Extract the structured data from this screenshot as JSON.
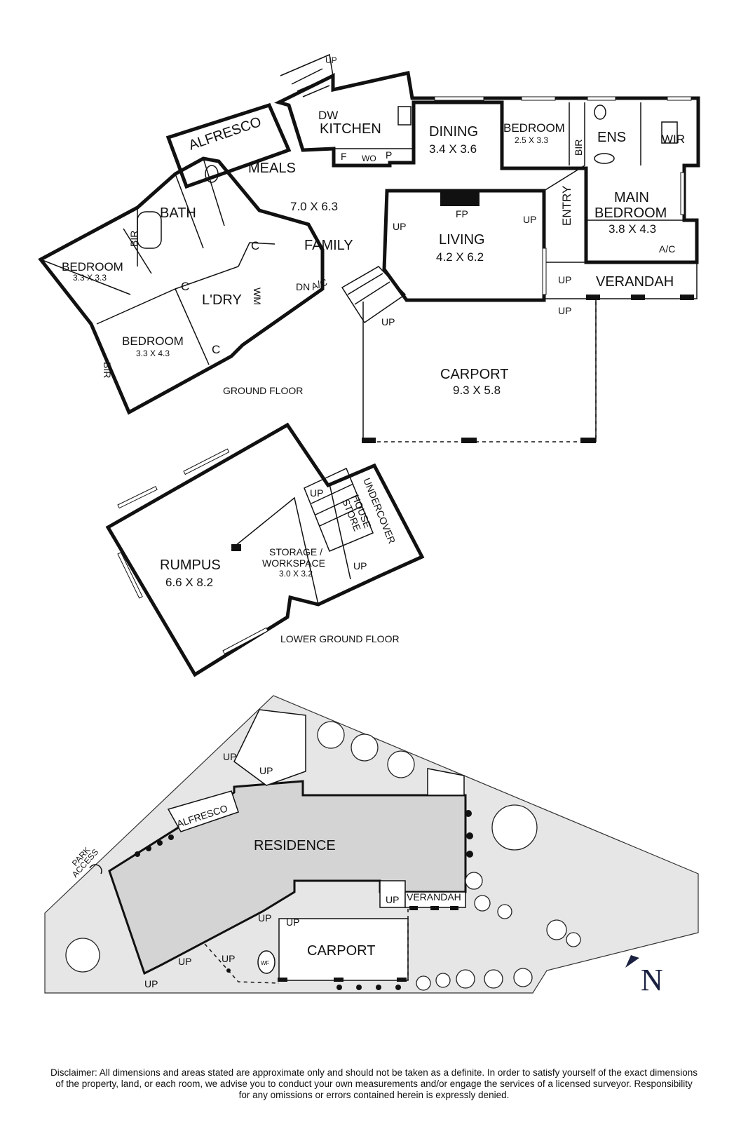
{
  "ground_floor": {
    "floor_label": "GROUND FLOOR",
    "up_top": "UP",
    "alfresco": "ALFRESCO",
    "dw": "DW",
    "kitchen": "KITCHEN",
    "f": "F",
    "wo": "WO",
    "p": "P",
    "dining": "DINING",
    "dining_dim": "3.4 X 3.6",
    "bedroom_small": "BEDROOM",
    "bedroom_small_dim": "2.5 X 3.3",
    "bir": "BIR",
    "ens": "ENS",
    "wir": "WIR",
    "meals": "MEALS",
    "meals_dim": "7.0 X 6.3",
    "bath": "BATH",
    "family": "FAMILY",
    "fp": "FP",
    "living": "LIVING",
    "living_dim": "4.2 X 6.2",
    "entry": "ENTRY",
    "main_bedroom_1": "MAIN",
    "main_bedroom_2": "BEDROOM",
    "main_bedroom_dim": "3.8 X 4.3",
    "ac": "A/C",
    "verandah": "VERANDAH",
    "bedroom_left": "BEDROOM",
    "bedroom_left_dim": "3.3 X 3.3",
    "c": "C",
    "ldry": "L'DRY",
    "wm": "WM",
    "dn": "DN",
    "bedroom_lower": "BEDROOM",
    "bedroom_lower_dim": "3.3 X 4.3",
    "up": "UP",
    "carport": "CARPORT",
    "carport_dim": "9.3 X 5.8"
  },
  "lower_floor": {
    "floor_label": "LOWER GROUND FLOOR",
    "rumpus": "RUMPUS",
    "rumpus_dim": "6.6 X 8.2",
    "storage_1": "STORAGE /",
    "storage_2": "WORKSPACE",
    "storage_dim": "3.0 X 3.2",
    "store_1": "UNDERCOVER",
    "store_2": "HOUSE",
    "store_3": "STORE",
    "up": "UP"
  },
  "site": {
    "residence": "RESIDENCE",
    "alfresco": "ALFRESCO",
    "verandah": "VERANDAH",
    "carport": "CARPORT",
    "park_access_1": "PARK",
    "park_access_2": "ACCESS",
    "wf": "WF",
    "up": "UP",
    "north": "N"
  },
  "disclaimer": [
    "Disclaimer: All dimensions and areas stated are approximate only and should not be taken as a definite. In order to satisfy yourself of the exact dimensions",
    "of the property, land, or each room, we advise you to conduct your own measurements and/or engage the services of a licensed surveyor. Responsibility",
    "for any omissions or errors contained herein is expressly denied."
  ]
}
